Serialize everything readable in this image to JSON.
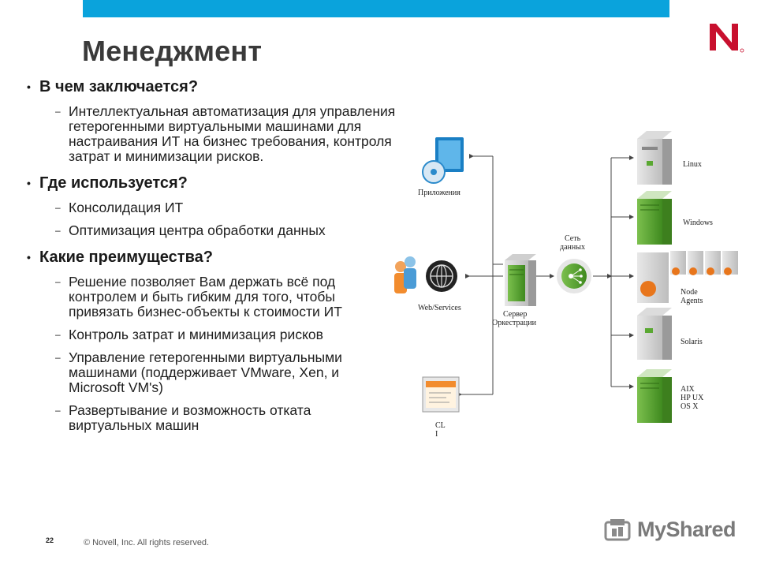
{
  "slide": {
    "title": "Менеджмент",
    "sections": [
      {
        "heading": "В чем заключается?",
        "items": [
          "Интеллектуальная автоматизация для управления гетерогенными виртуальными машинами для настраивания ИТ на бизнес требования, контроля затрат и минимизации рисков."
        ]
      },
      {
        "heading": "Где используется?",
        "items": [
          "Консолидация ИТ",
          "Оптимизация центра обработки данных"
        ]
      },
      {
        "heading": "Какие преимущества?",
        "items": [
          "Решение позволяет Вам держать всё под контролем и быть гибким для того, чтобы привязать бизнес-объекты к стоимости ИТ",
          "Контроль затрат и минимизация рисков",
          "Управление гетерогенными виртуальными машинами (поддерживает VMware, Xen, и Microsoft VM's)",
          "Развертывание и возможность отката виртуальных машин"
        ]
      }
    ],
    "page_number": "22",
    "copyright": "© Novell, Inc.  All rights reserved.",
    "watermark": "MyShared"
  },
  "diagram": {
    "apps_label": "Приложения",
    "web_label": "Web/Services",
    "cli_label_1": "CL",
    "cli_label_2": "I",
    "server_label_1": "Сервер",
    "server_label_2": "Оркестрации",
    "network_label_1": "Сеть",
    "network_label_2": "данных",
    "linux_label": "Linux",
    "windows_label": "Windows",
    "node_label_1": "Node",
    "node_label_2": "Agents",
    "solaris_label": "Solaris",
    "aix_label_1": "AIX",
    "aix_label_2": "HP UX",
    "aix_label_3": "OS X"
  },
  "colors": {
    "accent": "#0aa3dc",
    "logo_red": "#c8102e",
    "server_green": "#5aa832"
  }
}
